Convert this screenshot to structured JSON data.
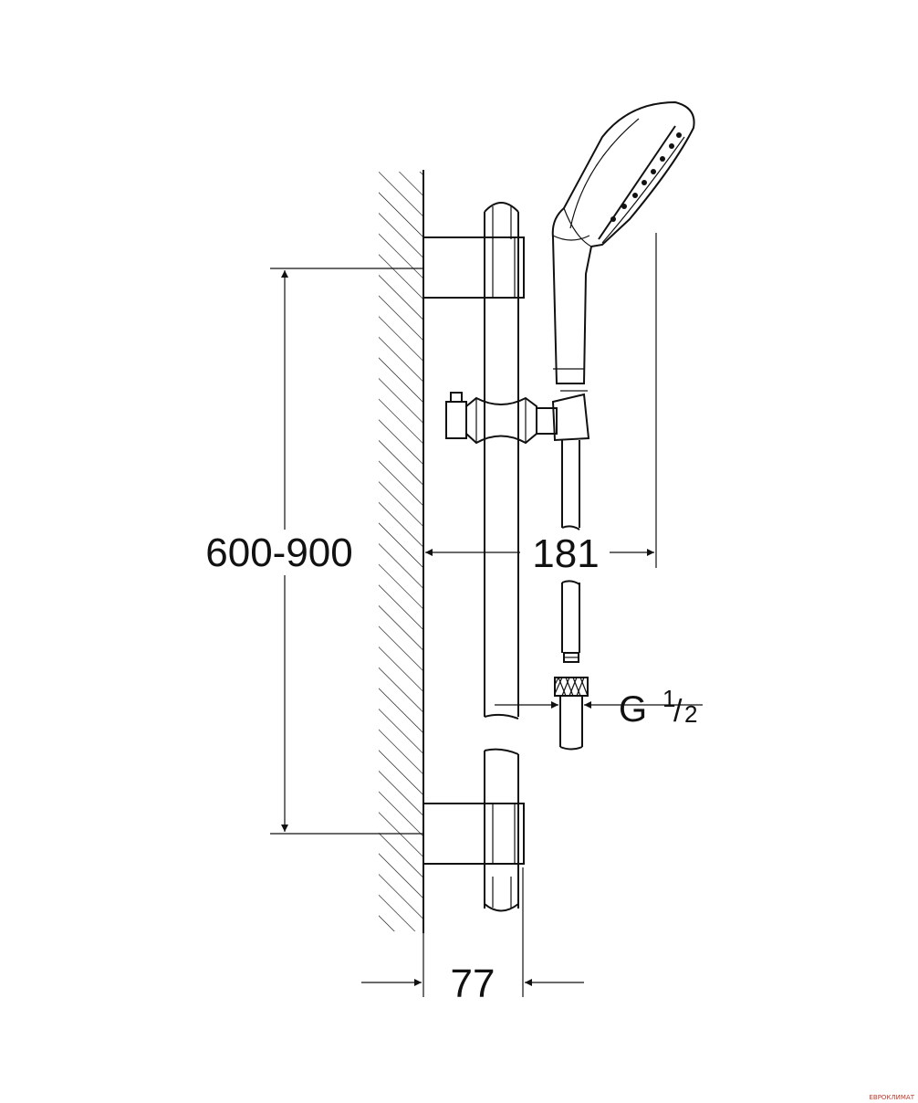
{
  "dimensions": {
    "rail_height": "600-900",
    "shower_offset": "181",
    "wall_depth": "77",
    "thread_prefix": "G",
    "thread_numerator": "1",
    "thread_denominator": "2"
  },
  "watermark": {
    "text": "ЕВРОКЛИМАТ"
  },
  "colors": {
    "line": "#111111",
    "background": "#ffffff",
    "watermark": "#c0392b"
  }
}
